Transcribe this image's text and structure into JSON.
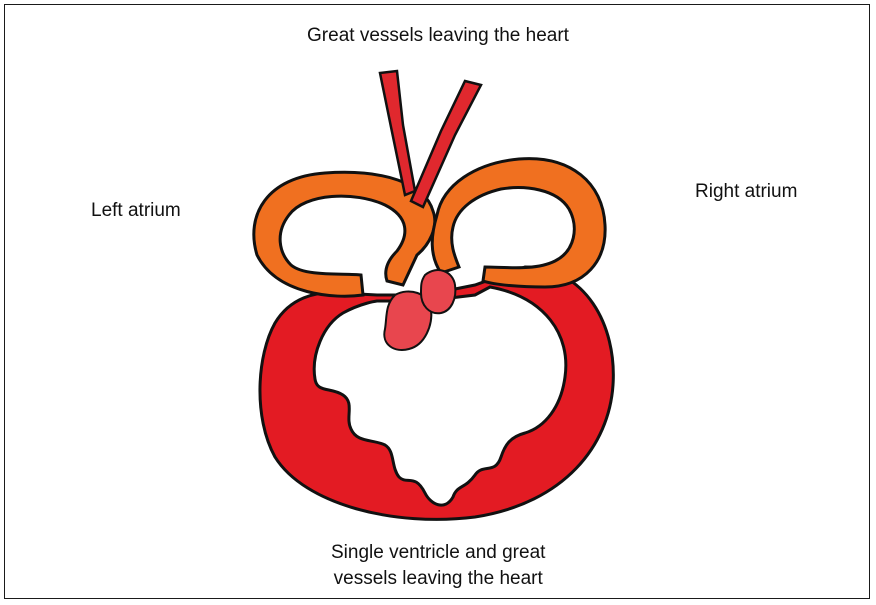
{
  "labels": {
    "top": "Great vessels leaving the heart",
    "left": "Left atrium",
    "right": "Right atrium",
    "bottom_line1": "Single ventricle and great",
    "bottom_line2": "vessels leaving the heart"
  },
  "colors": {
    "ventricle": "#e31b23",
    "atria": "#f07020",
    "valves": "#e8464e",
    "vessels": "#e0282e",
    "outline": "#111111"
  }
}
